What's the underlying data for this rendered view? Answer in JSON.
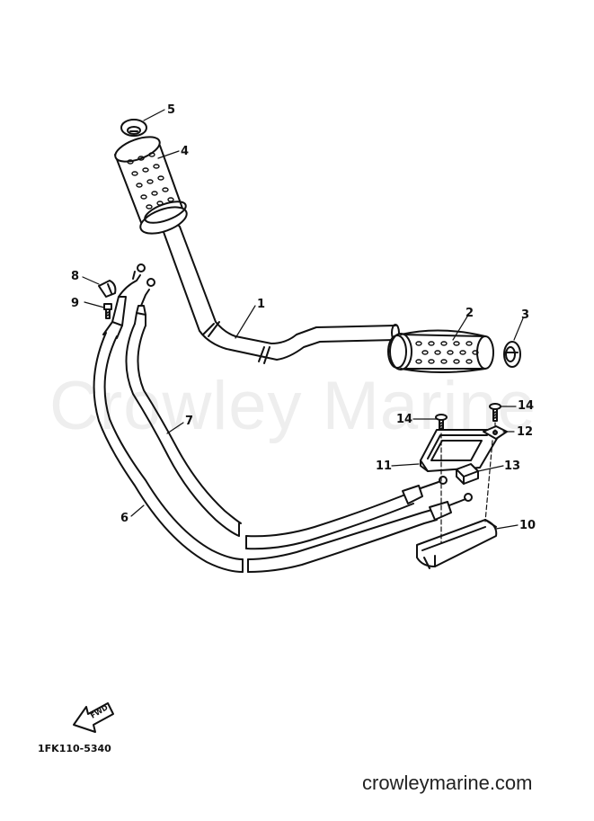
{
  "watermark_text": "Crowley Marine",
  "site_url": "crowleymarine.com",
  "part_code": "1FK110-5340",
  "direction_label": "FWD",
  "line_color": "#111111",
  "watermark_color": "#eeeeee",
  "callouts": {
    "c1": "1",
    "c2": "2",
    "c3": "3",
    "c4": "4",
    "c5": "5",
    "c6": "6",
    "c7": "7",
    "c8": "8",
    "c9": "9",
    "c10": "10",
    "c11": "11",
    "c12": "12",
    "c13": "13",
    "c14a": "14",
    "c14b": "14"
  },
  "icons": [
    "handlebar",
    "grip",
    "grip-end",
    "throttle-cable",
    "clamp",
    "screw",
    "forward-arrow-icon"
  ]
}
